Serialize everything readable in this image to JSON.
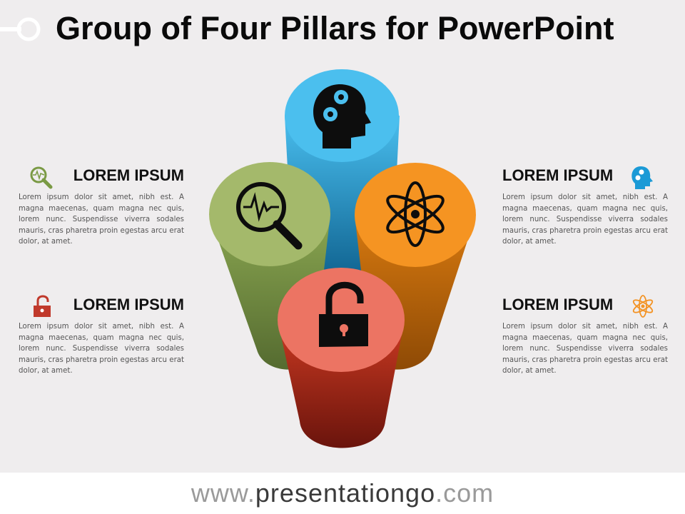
{
  "title": "Group of Four Pillars for PowerPoint",
  "blocks": [
    {
      "heading": "LOREM IPSUM",
      "text": "Lorem ipsum dolor sit amet, nibh est. A magna maecenas, quam magna nec quis, lorem nunc. Suspendisse viverra sodales mauris, cras pharetra proin egestas arcu erat dolor, at amet.",
      "icon": "magnifier-pulse-icon",
      "color": "#7a9a44"
    },
    {
      "heading": "LOREM IPSUM",
      "text": "Lorem ipsum dolor sit amet, nibh est. A magna maecenas, quam magna nec quis, lorem nunc. Suspendisse viverra sodales mauris, cras pharetra proin egestas arcu erat dolor, at amet.",
      "icon": "unlocked-padlock-icon",
      "color": "#c0392b"
    },
    {
      "heading": "LOREM IPSUM",
      "text": "Lorem ipsum dolor sit amet, nibh est. A magna maecenas, quam magna nec quis, lorem nunc. Suspendisse viverra sodales mauris, cras pharetra proin egestas arcu erat dolor, at amet.",
      "icon": "head-gears-icon",
      "color": "#1b9ad6"
    },
    {
      "heading": "LOREM IPSUM",
      "text": "Lorem ipsum dolor sit amet, nibh est. A magna maecenas, quam magna nec quis, lorem nunc. Suspendisse viverra sodales mauris, cras pharetra proin egestas arcu erat dolor, at amet.",
      "icon": "atom-icon",
      "color": "#f39324"
    }
  ],
  "footer": {
    "prefix": "www.",
    "domain": "presentationgo",
    "suffix": ".com"
  }
}
